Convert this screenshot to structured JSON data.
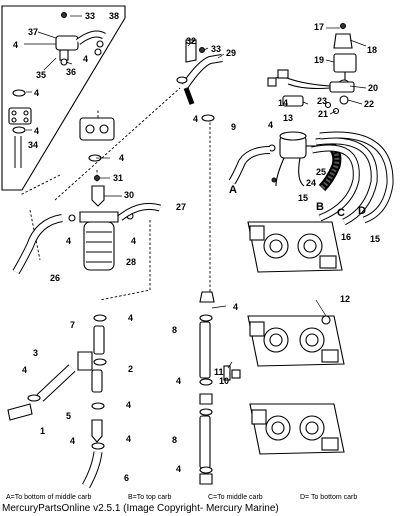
{
  "callouts": {
    "c33a": "33",
    "c38": "38",
    "c37": "37",
    "c4a": "4",
    "c4b": "4",
    "c35": "35",
    "c36": "36",
    "c4c": "4",
    "c4d": "4",
    "c34": "34",
    "c32": "32",
    "c33b": "33",
    "c29": "29",
    "c4e": "4",
    "c17": "17",
    "c18": "18",
    "c19": "19",
    "c20": "20",
    "c14": "14",
    "c23": "23",
    "c22": "22",
    "c21": "21",
    "c13": "13",
    "c9": "9",
    "c4f": "4",
    "c25": "25",
    "c24": "24",
    "c15a": "15",
    "c16": "16",
    "c15b": "15",
    "c4g": "4",
    "c31": "31",
    "c30": "30",
    "c27": "27",
    "c4h": "4",
    "c4i": "4",
    "c26": "26",
    "c28": "28",
    "c12": "12",
    "c4j": "4",
    "c8a": "8",
    "c11": "11",
    "c10": "10",
    "c4k": "4",
    "c8b": "8",
    "c4l": "4",
    "c7": "7",
    "c4m": "4",
    "c3": "3",
    "c4n": "4",
    "c2": "2",
    "c4o": "4",
    "c5": "5",
    "c4p": "4",
    "c4q": "4",
    "c1": "1",
    "c6": "6"
  },
  "hose_letters": {
    "A": "A",
    "B": "B",
    "C": "C",
    "D": "D"
  },
  "legend": {
    "a": "A=To bottom of middle carb",
    "b": "B=To top carb",
    "c": "C=To middle carb",
    "d": "D= To bottom carb"
  },
  "copyright": "MercuryPartsOnline v2.5.1 (Image Copyright- Mercury Marine)"
}
